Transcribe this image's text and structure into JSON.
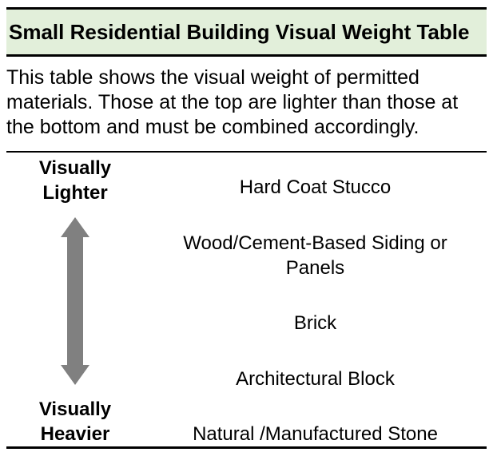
{
  "header": {
    "title": "Small Residential Building Visual Weight Table",
    "band_color": "#e2efda"
  },
  "description": {
    "text": "This table shows the visual weight of permitted materials. Those at the top are lighter than those at the bottom and must be combined accordingly."
  },
  "table": {
    "scale": {
      "lighter": {
        "line1": "Visually",
        "line2": "Lighter"
      },
      "heavier": {
        "line1": "Visually",
        "line2": "Heavier"
      },
      "arrow": {
        "icon": "double-vertical-arrow",
        "color": "#808080",
        "direction": "up-down"
      }
    },
    "materials": [
      {
        "label": "Hard Coat Stucco"
      },
      {
        "label": "Wood/Cement-Based Siding or Panels"
      },
      {
        "label": "Brick"
      },
      {
        "label": "Architectural Block"
      },
      {
        "label": "Natural /Manufactured Stone"
      }
    ]
  }
}
